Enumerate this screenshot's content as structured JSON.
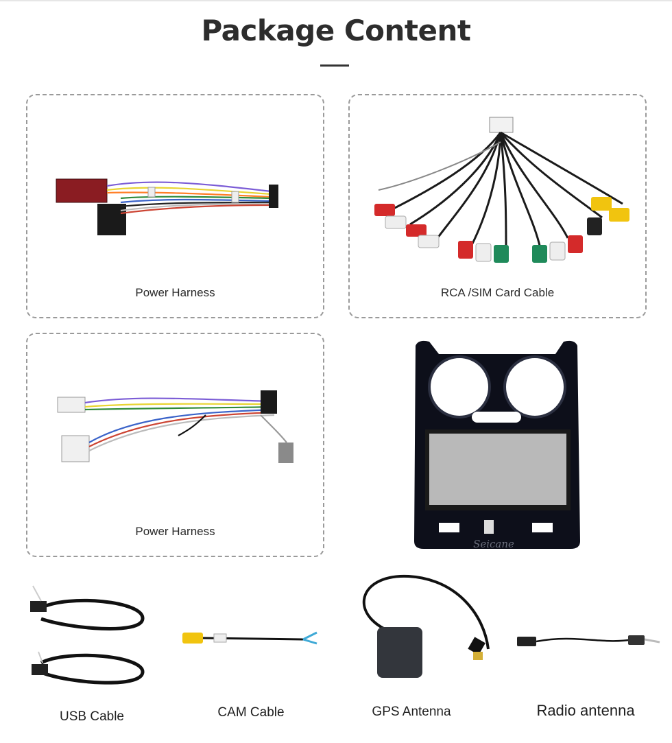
{
  "page": {
    "title": "Package Content"
  },
  "items": [
    {
      "label": "Power Harness"
    },
    {
      "label": "RCA /SIM Card Cable"
    },
    {
      "label": "Power Harness"
    },
    {
      "label": "Seicane"
    },
    {
      "label": "USB Cable"
    },
    {
      "label": "CAM Cable"
    },
    {
      "label": "GPS Antenna"
    },
    {
      "label": "Radio antenna"
    }
  ],
  "colors": {
    "border": "#9a9a9a",
    "title": "#2d2d2d",
    "panel": "#0d0f1a"
  }
}
